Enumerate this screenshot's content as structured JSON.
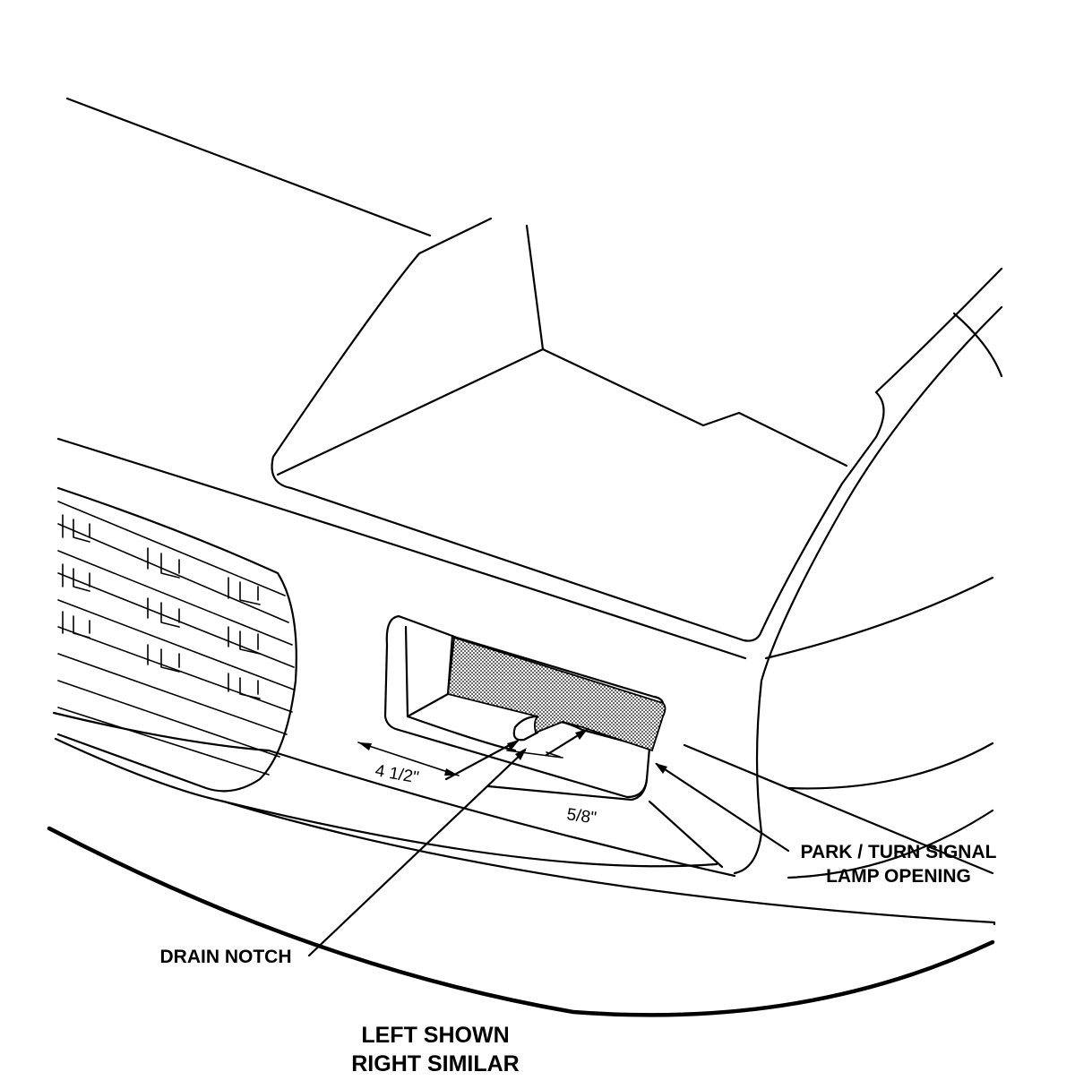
{
  "labels": {
    "park_turn_line1": "PARK / TURN SIGNAL",
    "park_turn_line2": "LAMP OPENING",
    "drain_notch": "DRAIN NOTCH",
    "dim_width": "4 1/2\"",
    "dim_notch": "5/8\"",
    "caption_line1": "LEFT SHOWN",
    "caption_line2": "RIGHT SIMILAR"
  },
  "colors": {
    "ink": "#000000",
    "paper": "#ffffff"
  }
}
